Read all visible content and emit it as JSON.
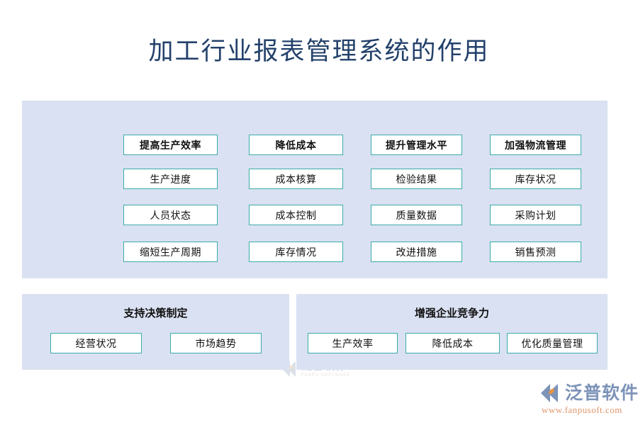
{
  "page": {
    "title": "加工行业报表管理系统的作用",
    "background": "#ffffff",
    "title_color": "#23416b",
    "panel_color": "#dae1f2",
    "box_border_color": "#3aaca7",
    "box_fill_color": "#ffffff"
  },
  "main_panel": {
    "columns": [
      {
        "heading": "提高生产效率",
        "items": [
          "生产进度",
          "人员状态",
          "缩短生产周期"
        ]
      },
      {
        "heading": "降低成本",
        "items": [
          "成本核算",
          "成本控制",
          "库存情况"
        ]
      },
      {
        "heading": "提升管理水平",
        "items": [
          "检验结果",
          "质量数据",
          "改进措施"
        ]
      },
      {
        "heading": "加强物流管理",
        "items": [
          "库存状况",
          "采购计划",
          "销售预测"
        ]
      }
    ]
  },
  "bottom_panels": [
    {
      "heading": "支持决策制定",
      "items": [
        "经营状况",
        "市场趋势"
      ]
    },
    {
      "heading": "增强企业竞争力",
      "items": [
        "生产效率",
        "降低成本",
        "优化质量管理"
      ]
    }
  ],
  "watermark": {
    "brand_cn": "泛普软件",
    "brand_en": "FANPU SOFTWARE"
  },
  "logo": {
    "brand_cn": "泛普软件",
    "url": "www.fanpusoft.com",
    "mark_blue": "#7d93b8",
    "mark_orange": "#e8943f"
  }
}
